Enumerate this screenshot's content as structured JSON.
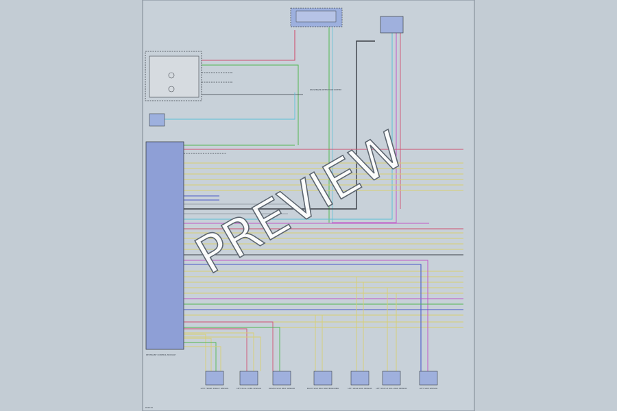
{
  "watermark": {
    "text": "PREVIEW"
  },
  "diagram": {
    "module_label": "RESTRAINT CONTROL MODULE",
    "passenger_detection_label": "PASSENGER DETECTION SYSTEM",
    "lower_left_code": "RS1234",
    "connectors": [
      {
        "label": "LEFT FRONT IMPACT SENSOR"
      },
      {
        "label": "LEFT ROLL OVER SENSOR"
      },
      {
        "label": "DRIVER SEAT BELT SENSOR"
      },
      {
        "label": "RIGHT SEAT BELT PRETENSIONER"
      },
      {
        "label": "LEFT REAR SIDE SENSOR"
      },
      {
        "label": "LEFT POP UP ROLL BAR SENSOR"
      },
      {
        "label": "LEFT SIDE SENSOR"
      }
    ],
    "colors": {
      "red": "#d05070",
      "green": "#50b850",
      "yellow": "#d8d070",
      "cyan": "#58c0d8",
      "blue": "#4858c8",
      "magenta": "#c058c8",
      "black": "#3a3f46",
      "gray": "#8a9098",
      "module_fill": "#8e9fd6"
    }
  }
}
